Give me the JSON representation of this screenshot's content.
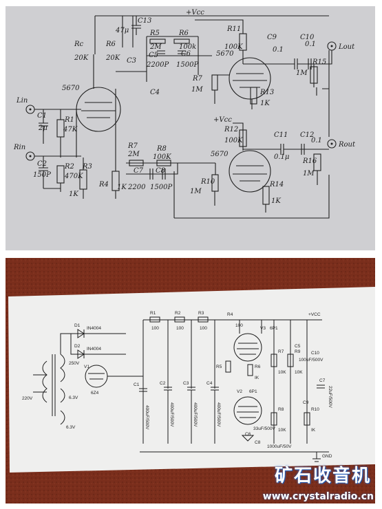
{
  "top": {
    "supply": "+Vcc",
    "vcc_small_1": "+Vcc",
    "inputs": {
      "left": "Lin",
      "right": "Rin"
    },
    "outputs": {
      "left": "Lout",
      "right": "Rout"
    },
    "tubes": {
      "input": "5670",
      "upper": "5670",
      "lower": "5670"
    },
    "labels": [
      {
        "id": "c13",
        "t": "C13"
      },
      {
        "id": "c13v",
        "t": "47μ"
      },
      {
        "id": "r5",
        "t": "R5"
      },
      {
        "id": "r5v",
        "t": "2M"
      },
      {
        "id": "r6",
        "t": "R6"
      },
      {
        "id": "r6v",
        "t": "100k"
      },
      {
        "id": "c5",
        "t": "C5"
      },
      {
        "id": "c6",
        "t": "C6"
      },
      {
        "id": "c5v",
        "t": "2200P"
      },
      {
        "id": "c6v",
        "t": "1500P"
      },
      {
        "id": "r11",
        "t": "R11"
      },
      {
        "id": "r11v",
        "t": "100K"
      },
      {
        "id": "c9",
        "t": "C9"
      },
      {
        "id": "c9v",
        "t": "0.1"
      },
      {
        "id": "c10",
        "t": "C10"
      },
      {
        "id": "c10v",
        "t": "0.1"
      },
      {
        "id": "r15",
        "t": "R15"
      },
      {
        "id": "r15v",
        "t": "1M"
      },
      {
        "id": "rc",
        "t": "Rc"
      },
      {
        "id": "rcv",
        "t": "20K"
      },
      {
        "id": "r6b",
        "t": "R6"
      },
      {
        "id": "r6bv",
        "t": "20K"
      },
      {
        "id": "c3",
        "t": "C3"
      },
      {
        "id": "c4",
        "t": "C4"
      },
      {
        "id": "r7u",
        "t": "R7"
      },
      {
        "id": "r7uv",
        "t": "1M"
      },
      {
        "id": "r13",
        "t": "R13"
      },
      {
        "id": "r13v",
        "t": "1K"
      },
      {
        "id": "c1",
        "t": "C1"
      },
      {
        "id": "c1v",
        "t": "2μ"
      },
      {
        "id": "r1",
        "t": "R1"
      },
      {
        "id": "r1v",
        "t": "47K"
      },
      {
        "id": "c2",
        "t": "C2"
      },
      {
        "id": "c2v",
        "t": "150P"
      },
      {
        "id": "r2",
        "t": "R2"
      },
      {
        "id": "r2v",
        "t": "470K"
      },
      {
        "id": "r3",
        "t": "R3"
      },
      {
        "id": "r3v",
        "t": "1K"
      },
      {
        "id": "r4",
        "t": "R4"
      },
      {
        "id": "r4v",
        "t": "1K"
      },
      {
        "id": "r7",
        "t": "R7"
      },
      {
        "id": "r7v",
        "t": "2M"
      },
      {
        "id": "c7",
        "t": "C7"
      },
      {
        "id": "c7v",
        "t": "2200"
      },
      {
        "id": "r8",
        "t": "R8"
      },
      {
        "id": "r8v",
        "t": "100K"
      },
      {
        "id": "c8",
        "t": "C8"
      },
      {
        "id": "c8v",
        "t": "1500P"
      },
      {
        "id": "r12",
        "t": "R12"
      },
      {
        "id": "r12v",
        "t": "100K"
      },
      {
        "id": "c11",
        "t": "C11"
      },
      {
        "id": "c11v",
        "t": "0.1μ"
      },
      {
        "id": "c12",
        "t": "C12"
      },
      {
        "id": "c12v",
        "t": "0.1"
      },
      {
        "id": "r16",
        "t": "R16"
      },
      {
        "id": "r16v",
        "t": "1M"
      },
      {
        "id": "r10",
        "t": "R10"
      },
      {
        "id": "r10v",
        "t": "1M"
      },
      {
        "id": "r14",
        "t": "R14"
      },
      {
        "id": "r14v",
        "t": "1K"
      }
    ]
  },
  "bottom": {
    "supply": "+VCC",
    "ground": "GND",
    "mains": "220V",
    "windings": [
      "250V",
      "6.3V",
      "6.3V"
    ],
    "diodes": [
      {
        "name": "D1",
        "part": "IN4004"
      },
      {
        "name": "D2",
        "part": "IN4004"
      }
    ],
    "rectifier": {
      "name": "V1",
      "part": "6Z4"
    },
    "tubes": [
      {
        "name": "V3",
        "part": "6P1"
      },
      {
        "name": "V2",
        "part": "6P1"
      }
    ],
    "resistors": [
      "R1",
      "R2",
      "R3",
      "100",
      "100",
      "100",
      "R4",
      "R5",
      "R6",
      "R7",
      "R8",
      "R9",
      "R10",
      "100",
      "10K",
      "10K",
      "10K",
      "IK",
      "IK"
    ],
    "caps": [
      "C1",
      "C2",
      "C3",
      "C4",
      "C5",
      "C6",
      "C7",
      "C8",
      "C9",
      "C10"
    ],
    "cap_values": [
      "400uF/500V",
      "400uF/500V",
      "400uF/500V",
      "400uF/500V",
      "100uF/500V",
      "33uF/500V",
      "22uF/500V",
      "1000uF/50V"
    ]
  },
  "watermark": {
    "brand": "矿石收音机",
    "url": "www.crystalradio.cn"
  },
  "colors": {
    "paper_top": "#cfcfd2",
    "leather": "#7a2e1c",
    "paper_bottom": "#efefee",
    "ink": "#1e1e1e",
    "brand_blue": "#2b6fd6"
  }
}
